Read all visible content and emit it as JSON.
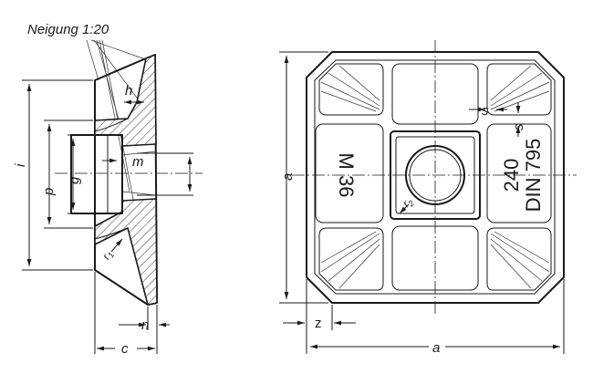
{
  "title": "Neigung 1:20",
  "side_view": {
    "labels": {
      "h": "h",
      "m": "m",
      "i": "i",
      "p": "p",
      "g": "g",
      "r1": "r",
      "r1_sub": "1",
      "n": "n",
      "c": "c"
    }
  },
  "top_view": {
    "labels": {
      "a_vertical": "a",
      "a_horizontal": "a",
      "s_horizontal": "s",
      "s_vertical": "s",
      "z": "z",
      "r2": "r",
      "r2_sub": "2"
    },
    "markings": {
      "left": "M 36",
      "right_line1": "240",
      "right_line2": "DIN 795"
    }
  }
}
